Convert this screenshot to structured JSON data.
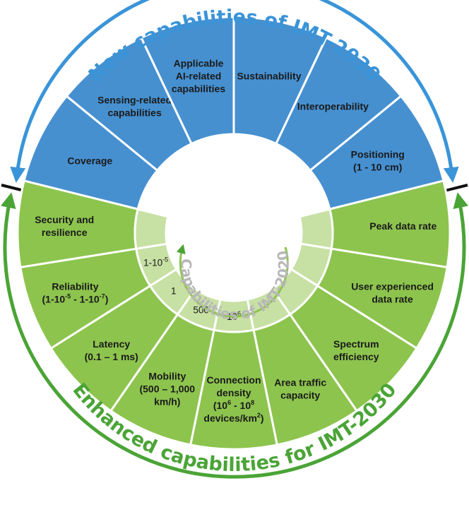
{
  "colors": {
    "blue_segment": "#4690d0",
    "green_segment": "#8dc44e",
    "blue_arrow": "#3a94d8",
    "green_arrow": "#4aa436",
    "inner_ring": "#c7e0a4",
    "center_title": "#b8b8b8",
    "segment_border": "#ffffff"
  },
  "titles": {
    "new_capabilities": "New capabilities of IMT-2030",
    "enhanced_capabilities": "Enhanced capabilities for IMT-2030",
    "imt2020_capabilities": "Capabilities of IMT-2020"
  },
  "new_capabilities": [
    {
      "id": "coverage",
      "lines": [
        "Coverage"
      ]
    },
    {
      "id": "sensing",
      "lines": [
        "Sensing-related",
        "capabilities"
      ]
    },
    {
      "id": "ai",
      "lines": [
        "Applicable",
        "AI-related",
        "capabilities"
      ]
    },
    {
      "id": "sustainability",
      "lines": [
        "Sustainability"
      ]
    },
    {
      "id": "interoperability",
      "lines": [
        "Interoperability"
      ]
    },
    {
      "id": "positioning",
      "lines": [
        "Positioning",
        "(1 - 10 cm)"
      ]
    }
  ],
  "enhanced_capabilities": [
    {
      "id": "peak-data-rate",
      "lines": [
        "Peak data rate"
      ]
    },
    {
      "id": "user-experienced-data-rate",
      "lines": [
        "User experienced",
        "data rate"
      ]
    },
    {
      "id": "spectrum-efficiency",
      "lines": [
        "Spectrum",
        "efficiency"
      ]
    },
    {
      "id": "area-traffic-capacity",
      "lines": [
        "Area traffic",
        "capacity"
      ]
    },
    {
      "id": "connection-density",
      "lines": [
        "Connection",
        "density",
        "(10^6 - 10^8",
        "devices/km^2)"
      ]
    },
    {
      "id": "mobility",
      "lines": [
        "Mobility",
        "(500 – 1,000",
        "km/h)"
      ]
    },
    {
      "id": "latency",
      "lines": [
        "Latency",
        "(0.1 – 1 ms)"
      ]
    },
    {
      "id": "reliability",
      "lines": [
        "Reliability",
        "(1-10^-5 - 1-10^-7)"
      ]
    },
    {
      "id": "security",
      "lines": [
        "Security and",
        "resilience"
      ]
    }
  ],
  "imt2020_values": {
    "reliability": "1-10^-5",
    "latency": "1",
    "mobility": "500",
    "connection_density": "10^6"
  }
}
